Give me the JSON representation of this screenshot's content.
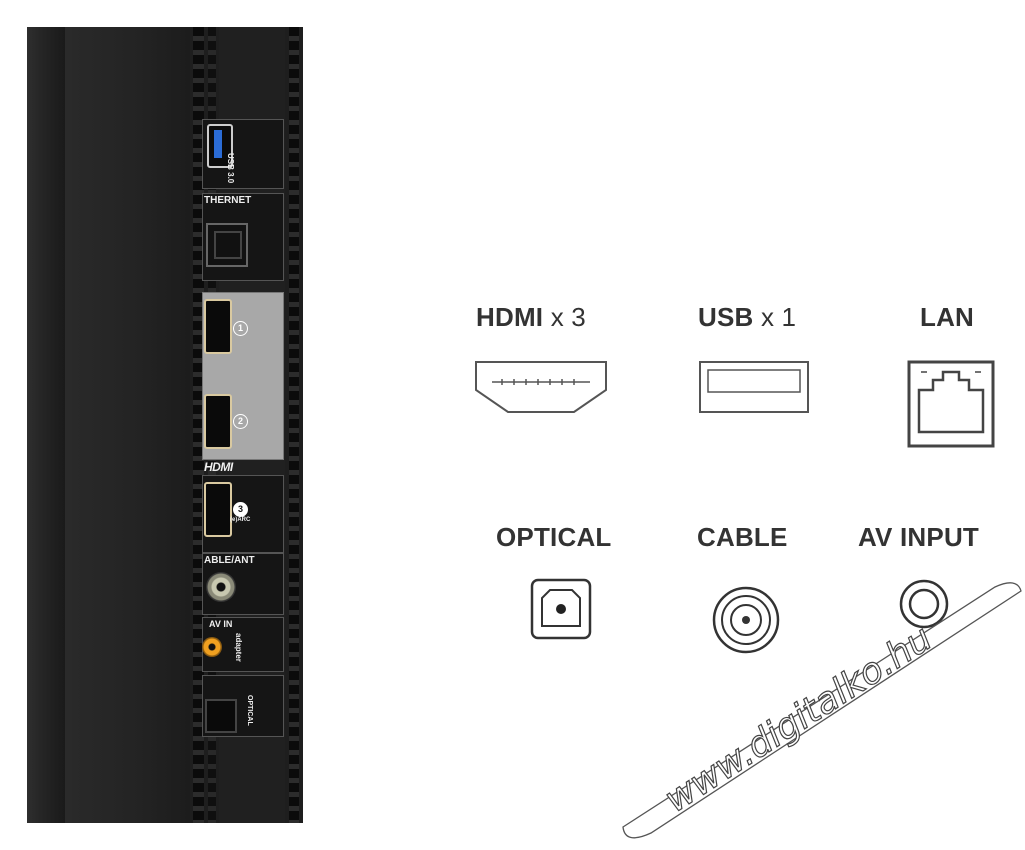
{
  "tv_panel": {
    "labels": {
      "usb": "USB 3.0",
      "ethernet": "THERNET",
      "hdmi_logo": "HDMI",
      "hdmi_1": "1",
      "hdmi_2": "2",
      "hdmi_3": "3",
      "hdmi_3_sub": "(e)ARC",
      "cable_ant": "ABLE/ANT",
      "av_in": "AV IN",
      "adapter": "adapter",
      "optical": "OPTICAL"
    }
  },
  "legend": {
    "hdmi": {
      "name": "HDMI",
      "count": "x 3",
      "icon": "hdmi-port-icon"
    },
    "usb": {
      "name": "USB",
      "count": "x 1",
      "icon": "usb-port-icon"
    },
    "lan": {
      "name": "LAN",
      "icon": "lan-port-icon"
    },
    "optical": {
      "name": "OPTICAL",
      "icon": "optical-port-icon"
    },
    "cable": {
      "name": "CABLE",
      "icon": "coax-port-icon"
    },
    "av_input": {
      "name": "AV INPUT",
      "icon": "av-input-icon"
    }
  },
  "watermark": {
    "text": "www.digitalko.hu"
  },
  "colors": {
    "text": "#333333",
    "usb_blue": "#2b6cd6",
    "av_orange": "#f0a020"
  }
}
